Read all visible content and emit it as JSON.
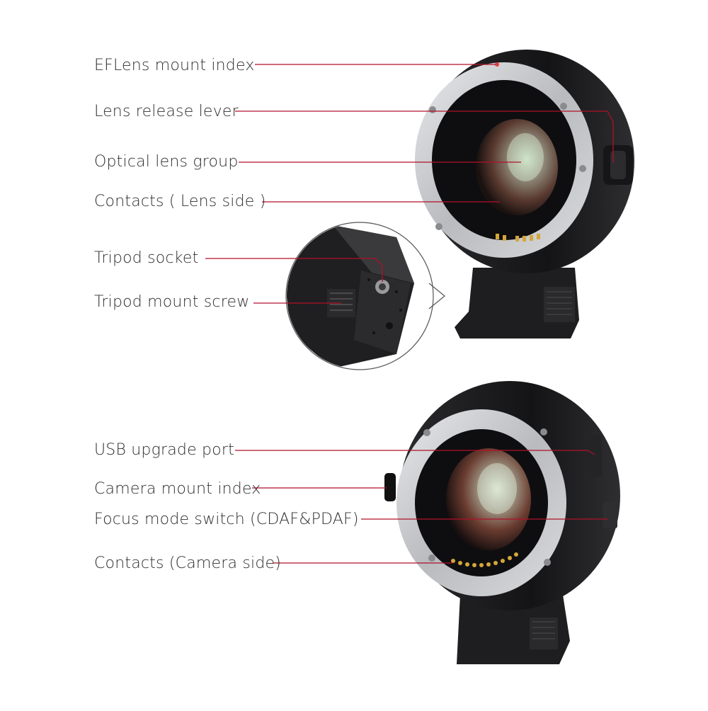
{
  "top_view": {
    "callouts": [
      {
        "id": "ef-lens-mount-index",
        "label": "EFLens mount index"
      },
      {
        "id": "lens-release-lever",
        "label": "Lens release lever"
      },
      {
        "id": "optical-lens-group",
        "label": "Optical lens group"
      },
      {
        "id": "contacts-lens-side",
        "label": "Contacts ( Lens side )"
      },
      {
        "id": "tripod-socket",
        "label": "Tripod socket"
      },
      {
        "id": "tripod-mount-screw",
        "label": "Tripod mount screw"
      }
    ]
  },
  "bottom_view": {
    "callouts": [
      {
        "id": "usb-upgrade-port",
        "label": "USB upgrade port"
      },
      {
        "id": "camera-mount-index",
        "label": "Camera mount index"
      },
      {
        "id": "focus-mode-switch",
        "label": "Focus mode switch (CDAF&PDAF)"
      },
      {
        "id": "contacts-camera-side",
        "label": "Contacts (Camera side)"
      }
    ]
  },
  "colors": {
    "leader_line": "#b0102a",
    "label_text": "#2e2e2e",
    "adapter_body": "#1c1c1e",
    "mount_ring": "#c9cacc",
    "contact_gold": "#d4a63a"
  },
  "icons": [
    "lens-adapter-illustration",
    "tripod-foot-detail"
  ]
}
